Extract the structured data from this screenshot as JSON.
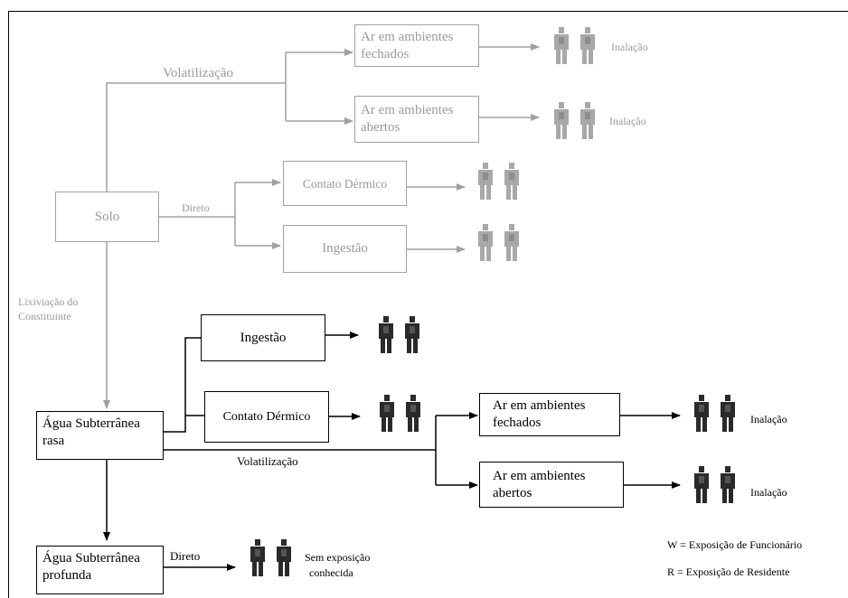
{
  "nodes": {
    "solo": "Solo",
    "ar_fechados_top": [
      "Ar em ambientes",
      "fechados"
    ],
    "ar_abertos_top": [
      "Ar em ambientes",
      "abertos"
    ],
    "contato_dermico_top": "Contato Dérmico",
    "ingestao_top": "Ingestão",
    "agua_rasa": [
      "Água Subterrânea",
      "rasa"
    ],
    "ingestao_bottom": "Ingestão",
    "contato_dermico_bottom": "Contato Dérmico",
    "ar_fechados_bottom": [
      "Ar em ambientes",
      "fechados"
    ],
    "ar_abertos_bottom": [
      "Ar em ambientes",
      "abertos"
    ],
    "agua_profunda": [
      "Água Subterrânea",
      "profunda"
    ]
  },
  "edge_labels": {
    "volatilizacao_top": "Volatilização",
    "direto_top": "Direto",
    "lixiviacao": [
      "Lixiviação do",
      "Constituinte"
    ],
    "volatilizacao_bottom": "Volatilização",
    "direto_bottom": "Direto"
  },
  "receptor_labels": {
    "inalacao_1": "Inalação",
    "inalacao_2": "Inalação",
    "inalacao_3": "Inalação",
    "inalacao_4": "Inalação",
    "sem_exposicao": [
      "Sem exposição",
      "conhecida"
    ]
  },
  "legend": {
    "w": "W = Exposição de Funcionário",
    "r": "R = Exposição de Residente"
  },
  "colors": {
    "active": "#000000",
    "inactive": "#a0a0a0",
    "figure_dark": "#2a2a2a",
    "figure_light": "#a8a8a8"
  }
}
